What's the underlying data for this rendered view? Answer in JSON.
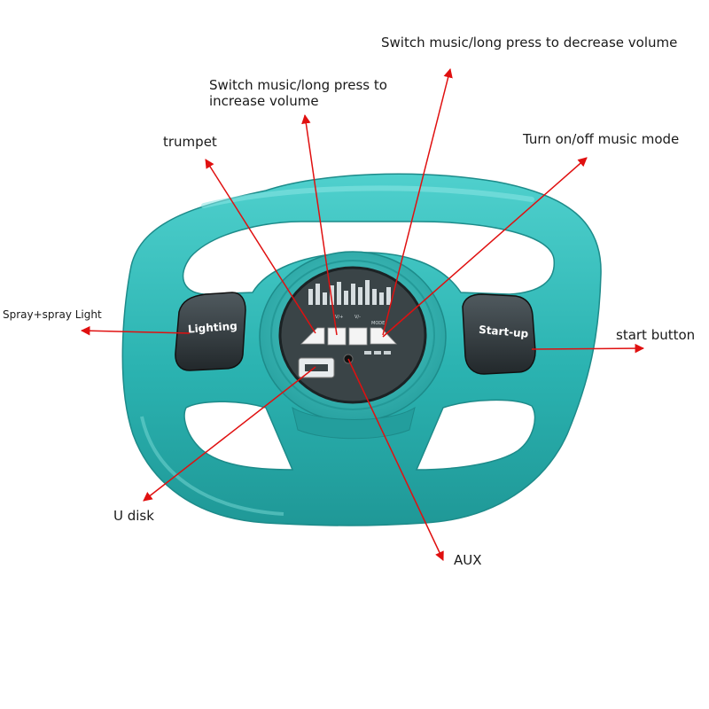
{
  "wheel": {
    "left_button": "Lighting",
    "right_button": "Start-up",
    "panel_icons": [
      "light-icon",
      "next-volume-up-icon",
      "prev-volume-down-icon",
      "mode-icon"
    ],
    "panel_small_labels": [
      "V/+",
      "V/-",
      "MODE"
    ],
    "color": "#2bb3b1"
  },
  "annotations": {
    "decrease_volume": "Switch music/long press to decrease volume",
    "increase_volume_line1": "Switch music/long press to",
    "increase_volume_line2": "increase volume",
    "trumpet": "trumpet",
    "music_mode": "Turn on/off music mode",
    "spray": "Spray+spray Light",
    "start_button": "start button",
    "u_disk": "U disk",
    "aux": "AUX"
  },
  "arrow_color": "#e01010"
}
